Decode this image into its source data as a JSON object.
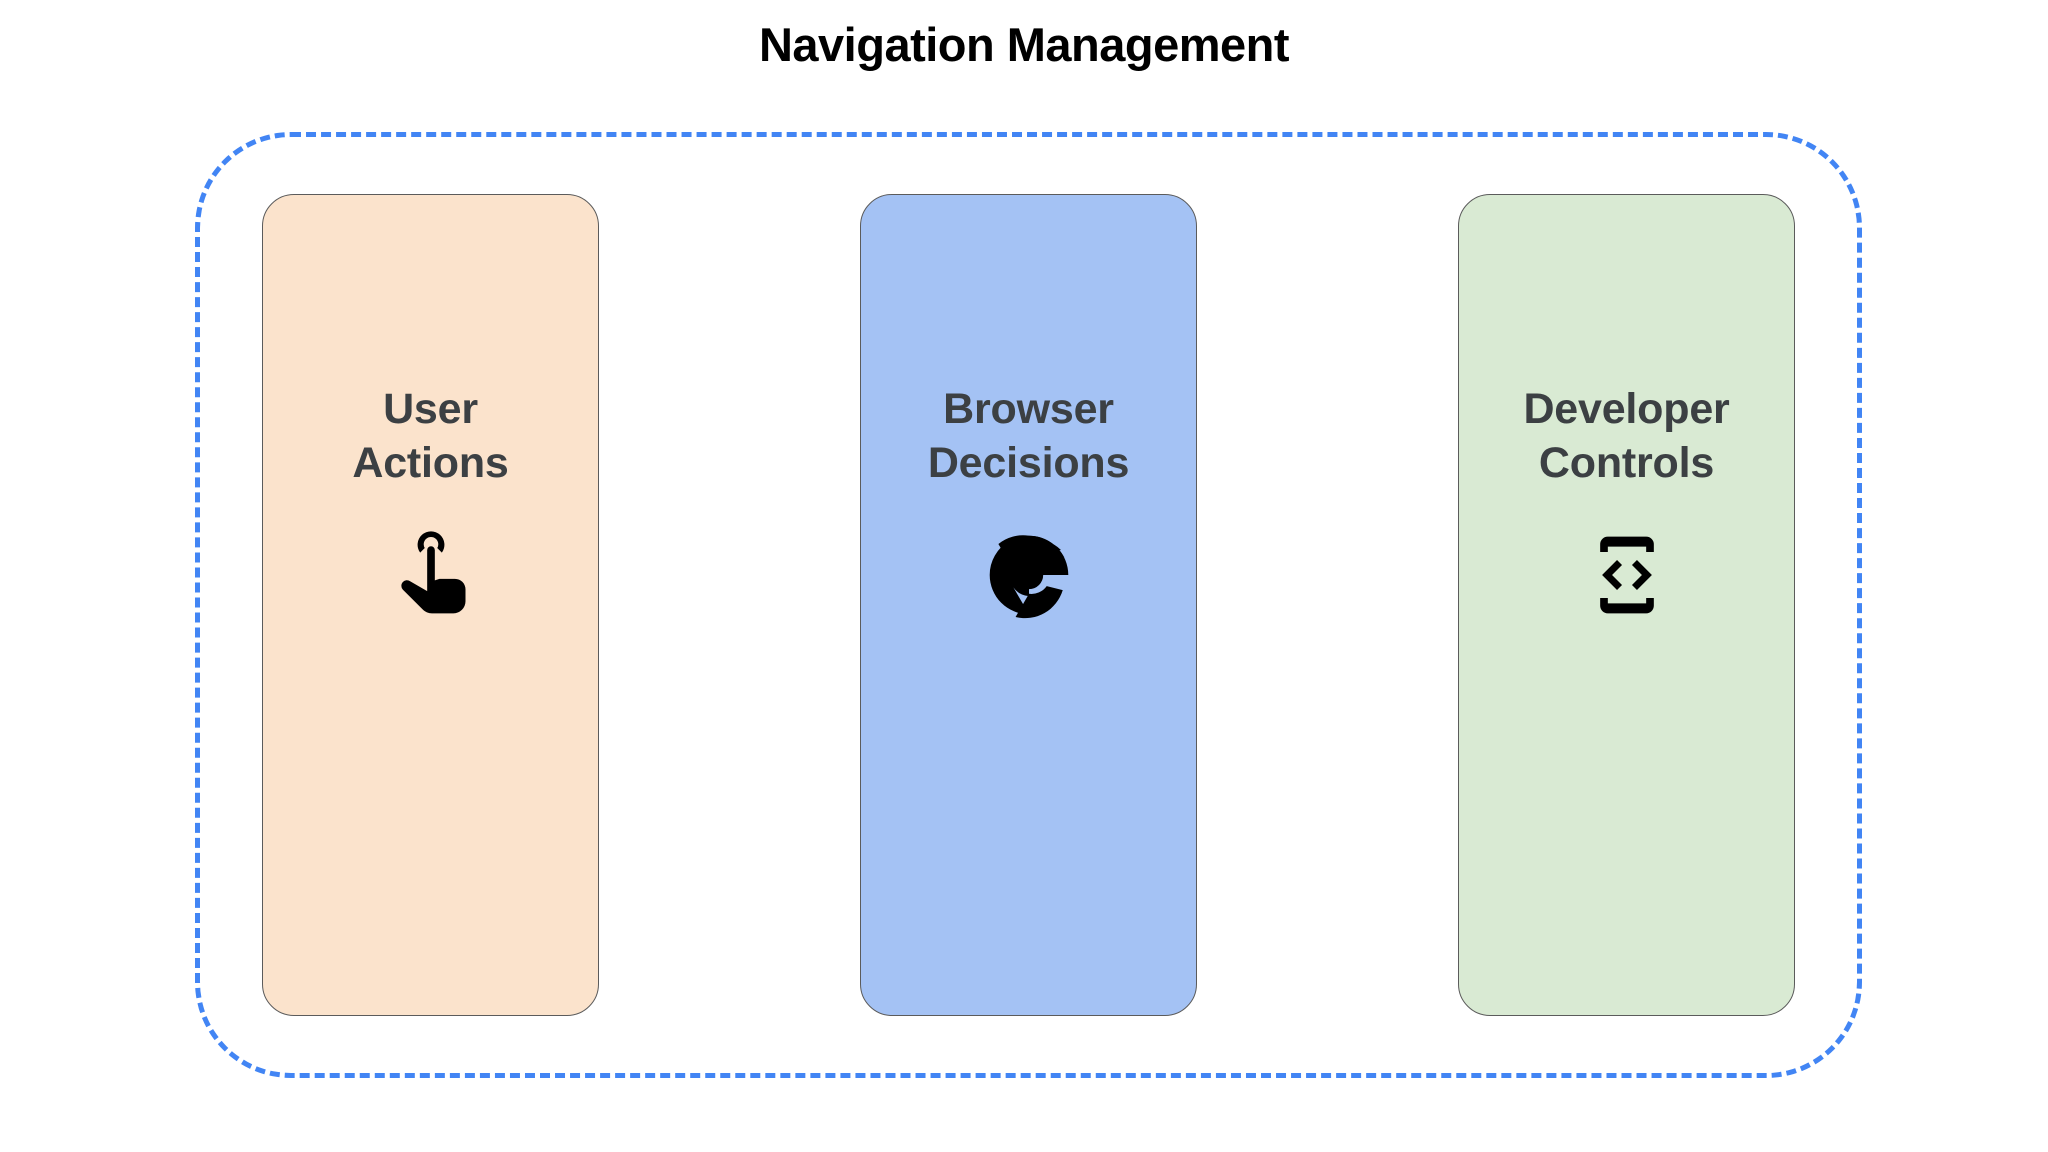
{
  "diagram": {
    "title": "Navigation Management",
    "background": "#ffffff",
    "title_color": "#000000",
    "group": {
      "name": "navigation-management-group",
      "border_style": "dashed",
      "border_color": "#4285F4"
    },
    "label_color": "#3c4043",
    "icon_color": "#000000",
    "card_border_color": "#5b5b5b",
    "cards": [
      {
        "id": "user-actions",
        "label": "User\nActions",
        "label_line1": "User",
        "label_line2": "Actions",
        "fill": "#FBE3CC",
        "icon": "touch-app-icon"
      },
      {
        "id": "browser-decisions",
        "label": "Browser\nDecisions",
        "label_line1": "Browser",
        "label_line2": "Decisions",
        "fill": "#A4C2F4",
        "icon": "chrome-browser-icon"
      },
      {
        "id": "developer-controls",
        "label": "Developer\nControls",
        "label_line1": "Developer",
        "label_line2": "Controls",
        "fill": "#D9EAD3",
        "icon": "developer-mode-icon"
      }
    ]
  }
}
